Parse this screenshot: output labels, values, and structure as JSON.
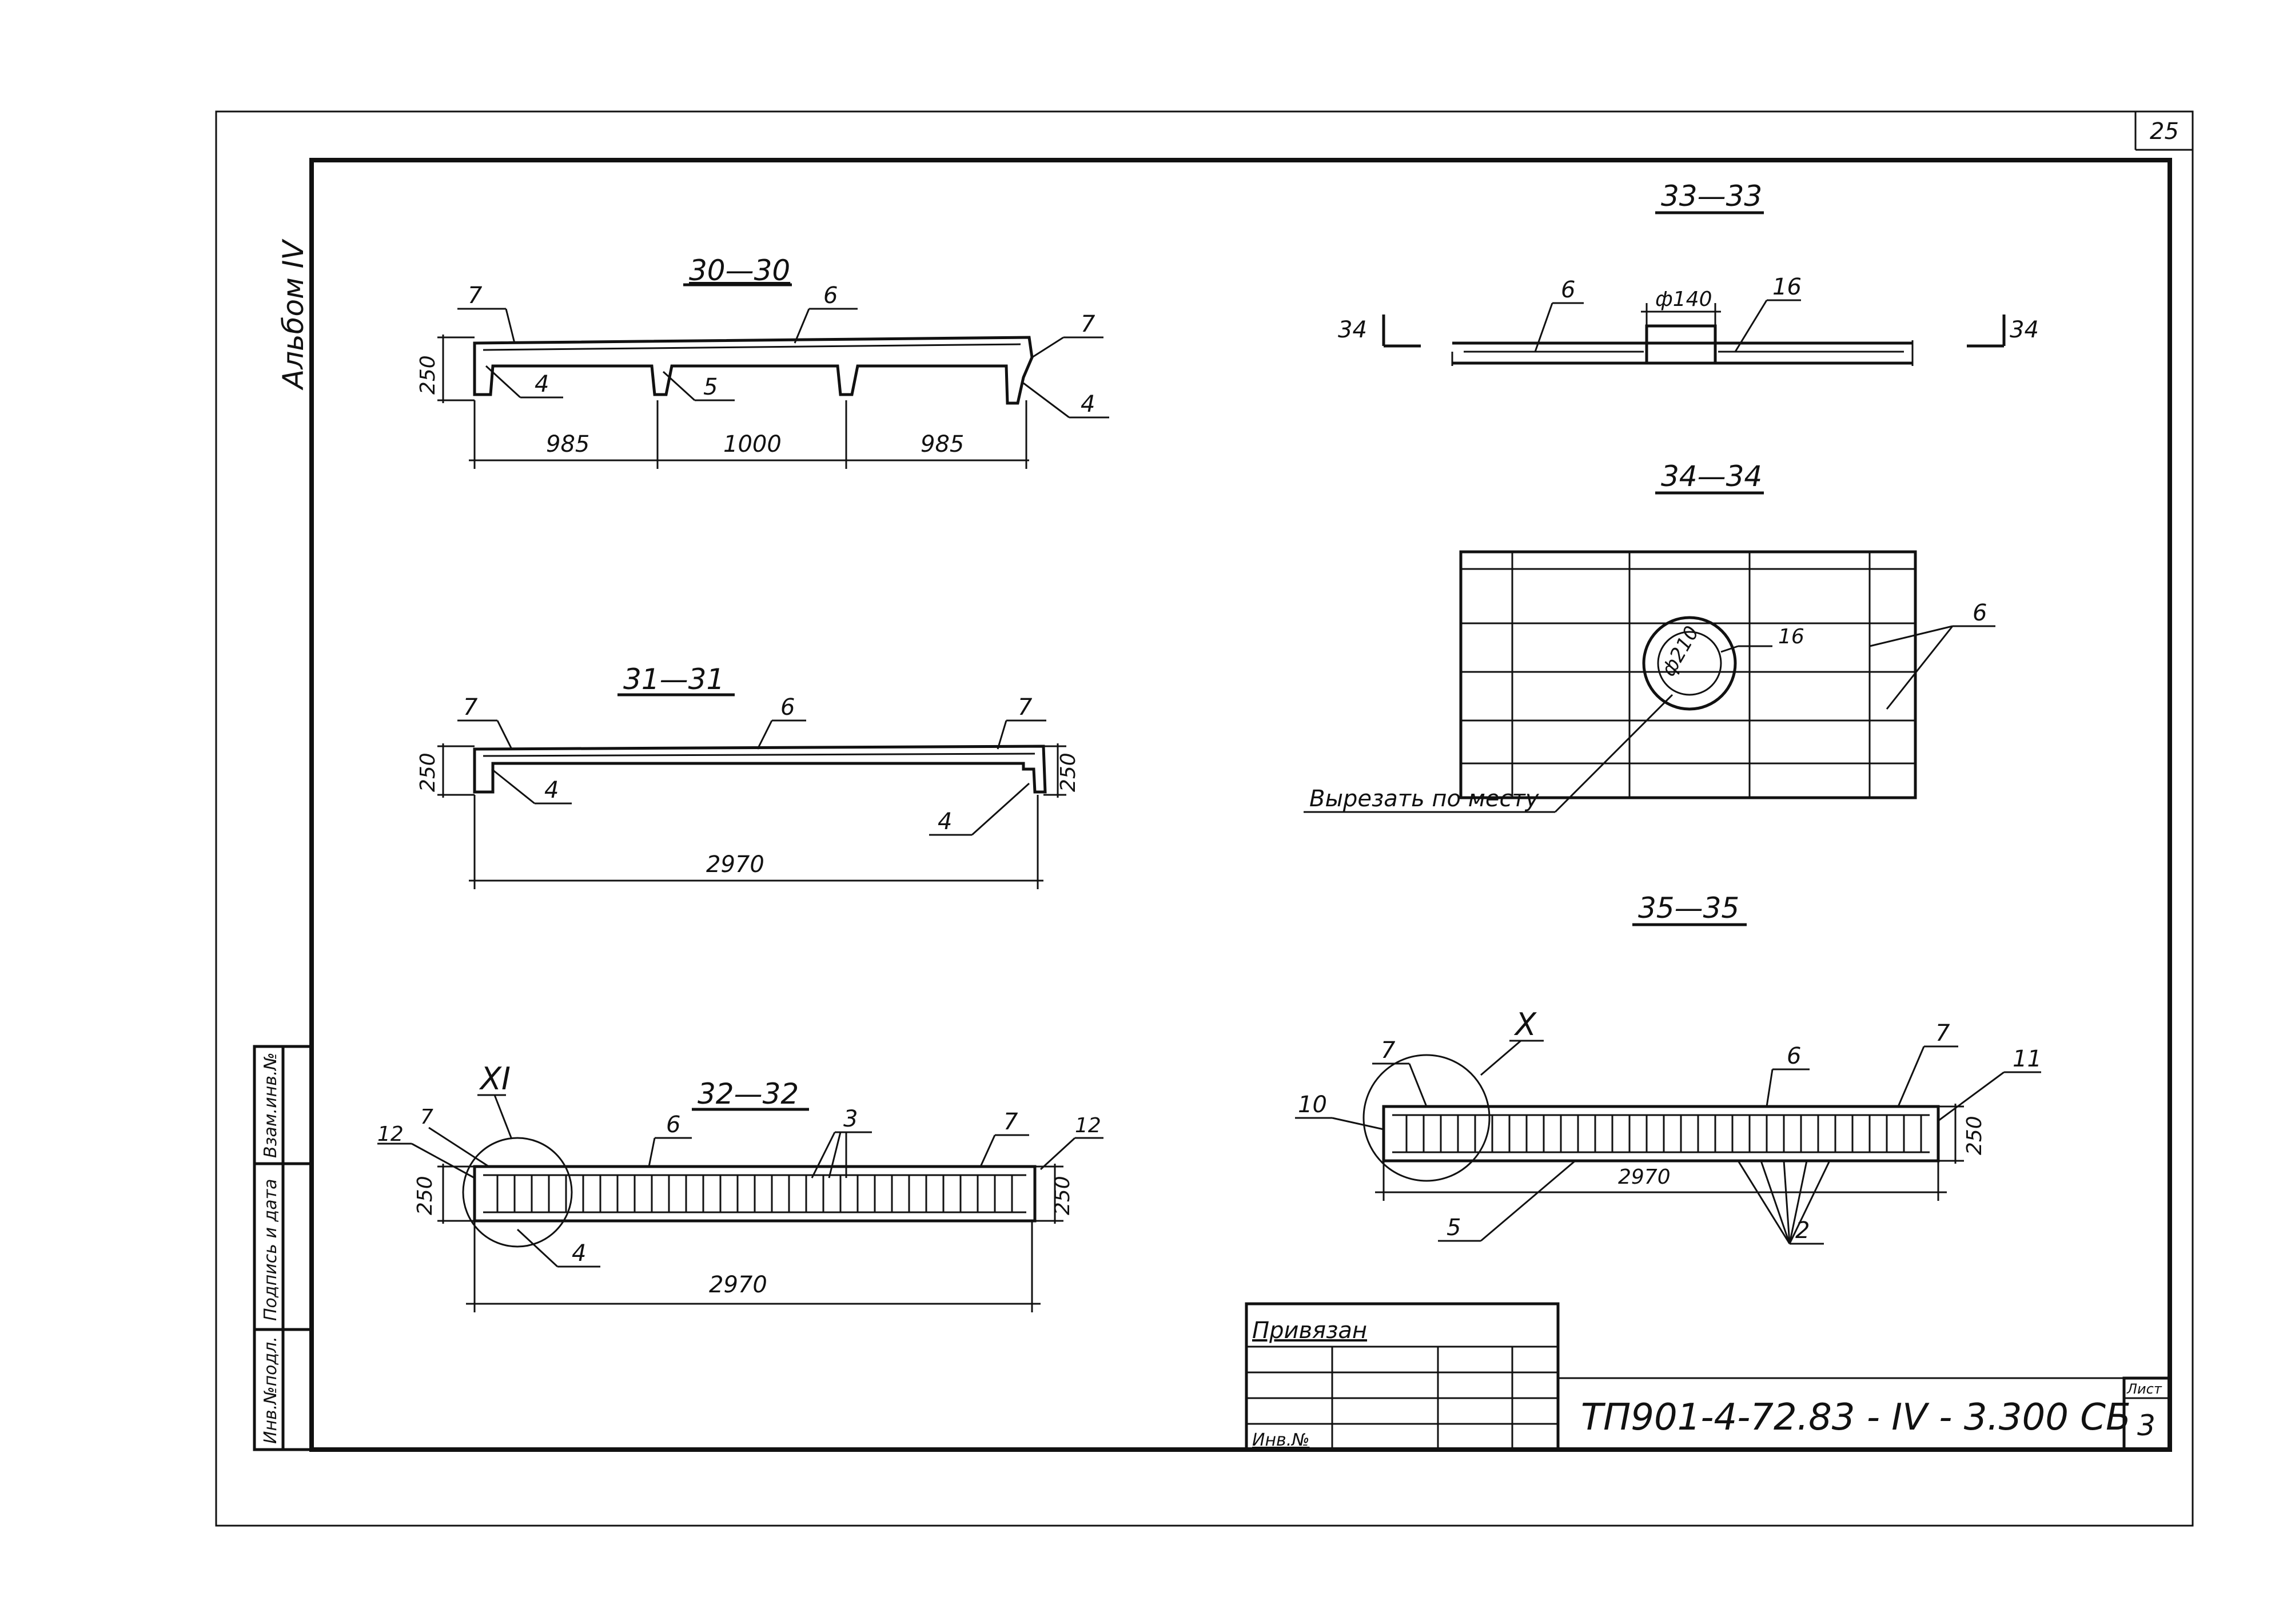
{
  "sheet": {
    "page_number": "25",
    "album": "Альбом IV",
    "drawing_code": "ТП901-4-72.83 - IV - 3.300 СБ",
    "list_label": "Лист",
    "list_number": "3",
    "privyazan": "Привязан",
    "inv_no": "Инв.№"
  },
  "side_stamp": [
    "Инв.№подл.",
    "Подпись и дата",
    "Взам.инв.№"
  ],
  "sections": {
    "s30": {
      "title": "30—30",
      "height_dim": "250",
      "dims": [
        "985",
        "1000",
        "985"
      ],
      "callouts": [
        "7",
        "6",
        "7",
        "4",
        "5",
        "4"
      ]
    },
    "s31": {
      "title": "31—31",
      "height_dim_left": "250",
      "height_dim_right": "250",
      "length_dim": "2970",
      "callouts": [
        "7",
        "6",
        "7",
        "4",
        "4"
      ]
    },
    "s32": {
      "title": "32—32",
      "detail_mark": "XI",
      "height_dim_left": "250",
      "height_dim_right": "250",
      "length_dim": "2970",
      "callouts": [
        "12",
        "7",
        "6",
        "3",
        "7",
        "12",
        "4"
      ]
    },
    "s33": {
      "title": "33—33",
      "section_mark": "34",
      "diameter": "ф140",
      "callouts": [
        "6",
        "16"
      ]
    },
    "s34": {
      "title": "34—34",
      "diameter": "ф210",
      "note": "Вырезать по месту",
      "callouts": [
        "16",
        "6"
      ]
    },
    "s35": {
      "title": "35—35",
      "detail_mark": "X",
      "height_dim": "250",
      "length_dim": "2970",
      "callouts": [
        "7",
        "10",
        "6",
        "7",
        "11",
        "5",
        "2"
      ]
    }
  }
}
